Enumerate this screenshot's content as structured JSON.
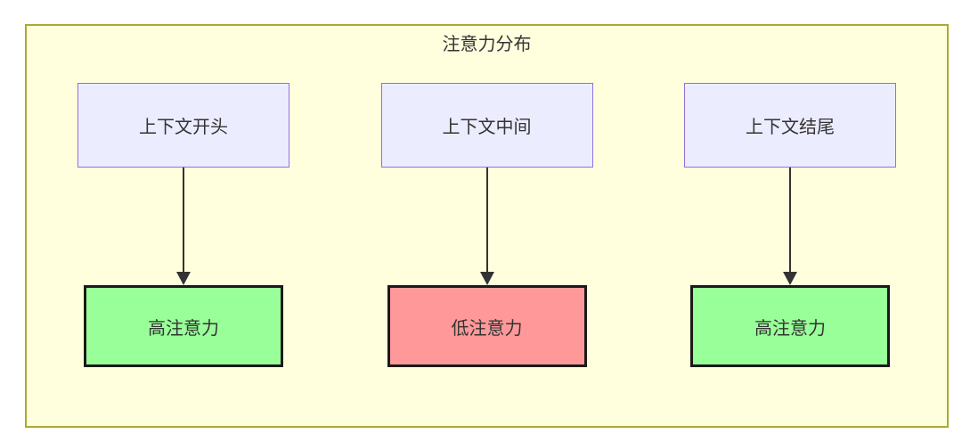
{
  "diagram": {
    "title": "注意力分布",
    "columns": [
      {
        "source": "上下文开头",
        "target": "高注意力",
        "level": "high"
      },
      {
        "source": "上下文中间",
        "target": "低注意力",
        "level": "low"
      },
      {
        "source": "上下文结尾",
        "target": "高注意力",
        "level": "high"
      }
    ],
    "colors": {
      "canvas_bg": "#ffffff",
      "group_bg": "#ffffde",
      "group_border": "#aaaa33",
      "source_fill": "#ececff",
      "source_border": "#9370db",
      "high_fill": "#99ff99",
      "low_fill": "#ff9999",
      "target_border": "#1a1a1a",
      "arrow": "#333333",
      "text": "#333333"
    }
  }
}
